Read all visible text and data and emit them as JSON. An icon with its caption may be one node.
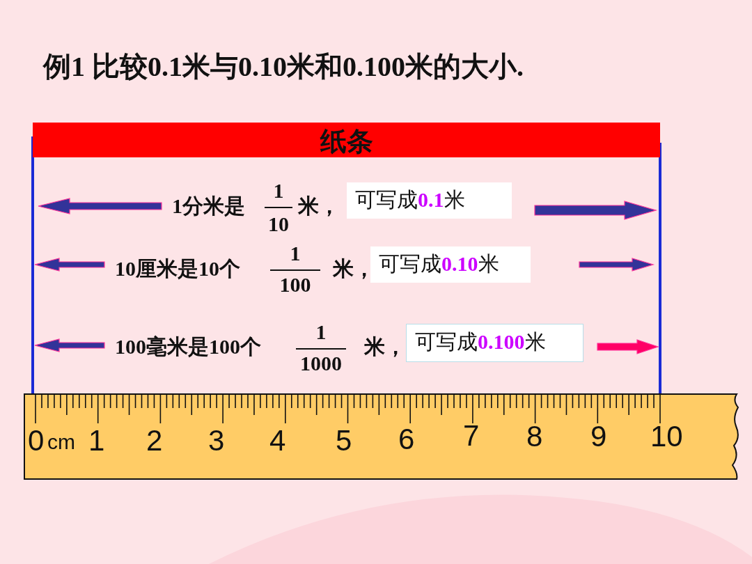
{
  "diagram": {
    "title": "例1 比较0.1米与0.10米和0.100米的大小.",
    "nodes": [
      {
        "text": [
          "纸条"
        ]
      },
      {
        "text": [
          "可写成**0.1**米"
        ]
      },
      {
        "text": [
          "可写成**0.10**米"
        ]
      },
      {
        "text": [
          "可写成**0.100**米"
        ]
      }
    ],
    "labels": [
      "1分米是",
      "1",
      "10",
      "米，",
      "10厘米是10个",
      "1",
      "100",
      "米，",
      "100毫米是100个",
      "1",
      "1000",
      "米，",
      "0",
      "cm",
      "1",
      "2",
      "3",
      "4",
      "5",
      "6",
      "7",
      "8",
      "9",
      "10"
    ]
  }
}
